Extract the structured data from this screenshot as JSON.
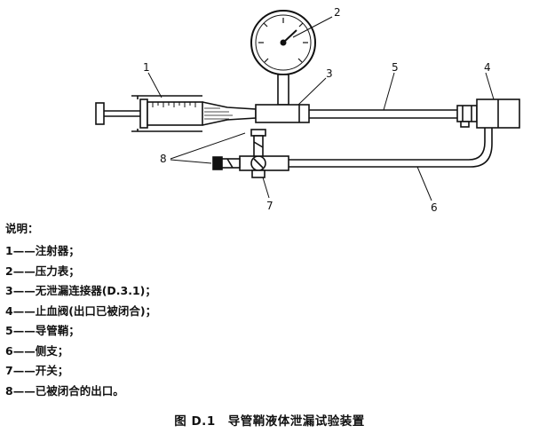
{
  "callouts": [
    "1",
    "2",
    "3",
    "4",
    "5",
    "6",
    "7",
    "8"
  ],
  "legend": {
    "title": "说明：",
    "items": [
      "1——注射器；",
      "2——压力表；",
      "3——无泄漏连接器(D.3.1)；",
      "4——止血阀(出口已被闭合)；",
      "5——导管鞘；",
      "6——侧支；",
      "7——开关；",
      "8——已被闭合的出口。"
    ]
  },
  "caption": "图 D.1　导管鞘液体泄漏试验装置"
}
